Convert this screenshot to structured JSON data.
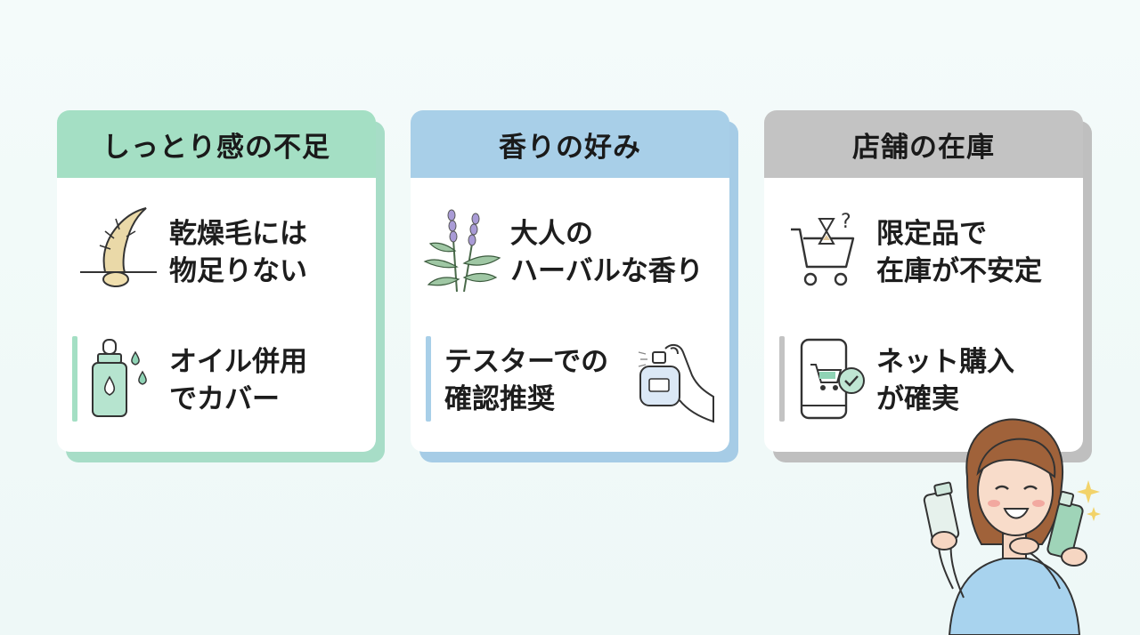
{
  "cards": [
    {
      "title": "しっとり感の不足",
      "item1": {
        "line1": "乾燥毛には",
        "line2": "物足りない",
        "icon": "dry-hair-icon"
      },
      "item2": {
        "line1": "オイル併用",
        "line2": "でカバー",
        "icon": "oil-dropper-icon"
      }
    },
    {
      "title": "香りの好み",
      "item1": {
        "line1": "大人の",
        "line2": "ハーバルな香り",
        "icon": "lavender-herb-icon"
      },
      "item2": {
        "line1": "テスターでの",
        "line2": "確認推奨",
        "icon": "perfume-spray-icon"
      }
    },
    {
      "title": "店舗の在庫",
      "item1": {
        "line1": "限定品で",
        "line2": "在庫が不安定",
        "icon": "cart-hourglass-icon"
      },
      "item2": {
        "line1": "ネット購入",
        "line2": "が確実",
        "icon": "smartphone-cart-icon"
      }
    }
  ],
  "colors": {
    "mint": "#a4dfc4",
    "blue": "#a8cfe8",
    "gray": "#c3c3c3",
    "background": "#f2faf9"
  },
  "illustration": "woman-holding-products-illustration"
}
